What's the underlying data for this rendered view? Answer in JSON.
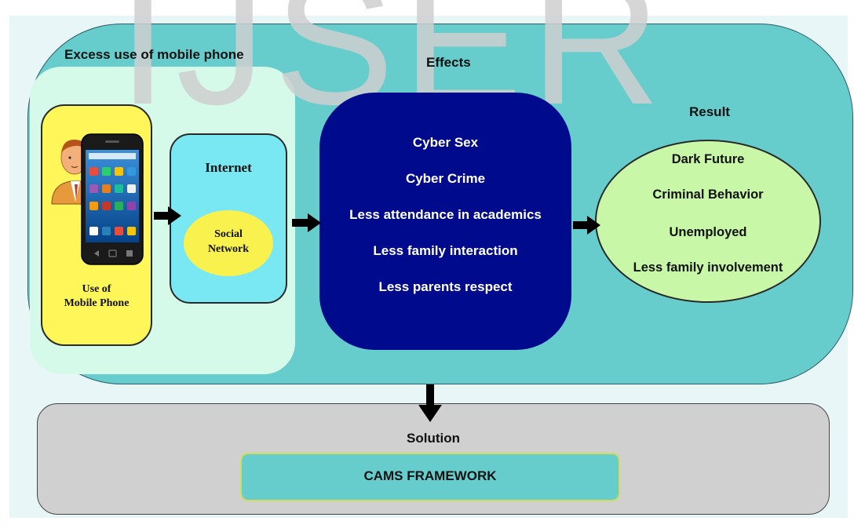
{
  "watermark": "IJSER",
  "labels": {
    "excess": "Excess use of mobile phone",
    "effects": "Effects",
    "result": "Result",
    "solution": "Solution"
  },
  "cause": {
    "phone_label_line1": "Use of",
    "phone_label_line2": "Mobile Phone",
    "internet": "Internet",
    "social_line1": "Social",
    "social_line2": "Network"
  },
  "effects": [
    "Cyber Sex",
    "Cyber Crime",
    "Less attendance in academics",
    "Less family interaction",
    "Less parents respect"
  ],
  "results": [
    "Dark Future",
    "Criminal Behavior",
    "Unemployed",
    "Less family involvement"
  ],
  "framework": "CAMS FRAMEWORK",
  "colors": {
    "teal": "#66cdcc",
    "mint": "#d5fae9",
    "yellow": "#fff65a",
    "cyan": "#7ae8f3",
    "navy": "#000a8c",
    "light_green": "#c8f7a7",
    "gray": "#d0d0d0"
  },
  "icons": [
    "person-icon",
    "smartphone-icon"
  ]
}
